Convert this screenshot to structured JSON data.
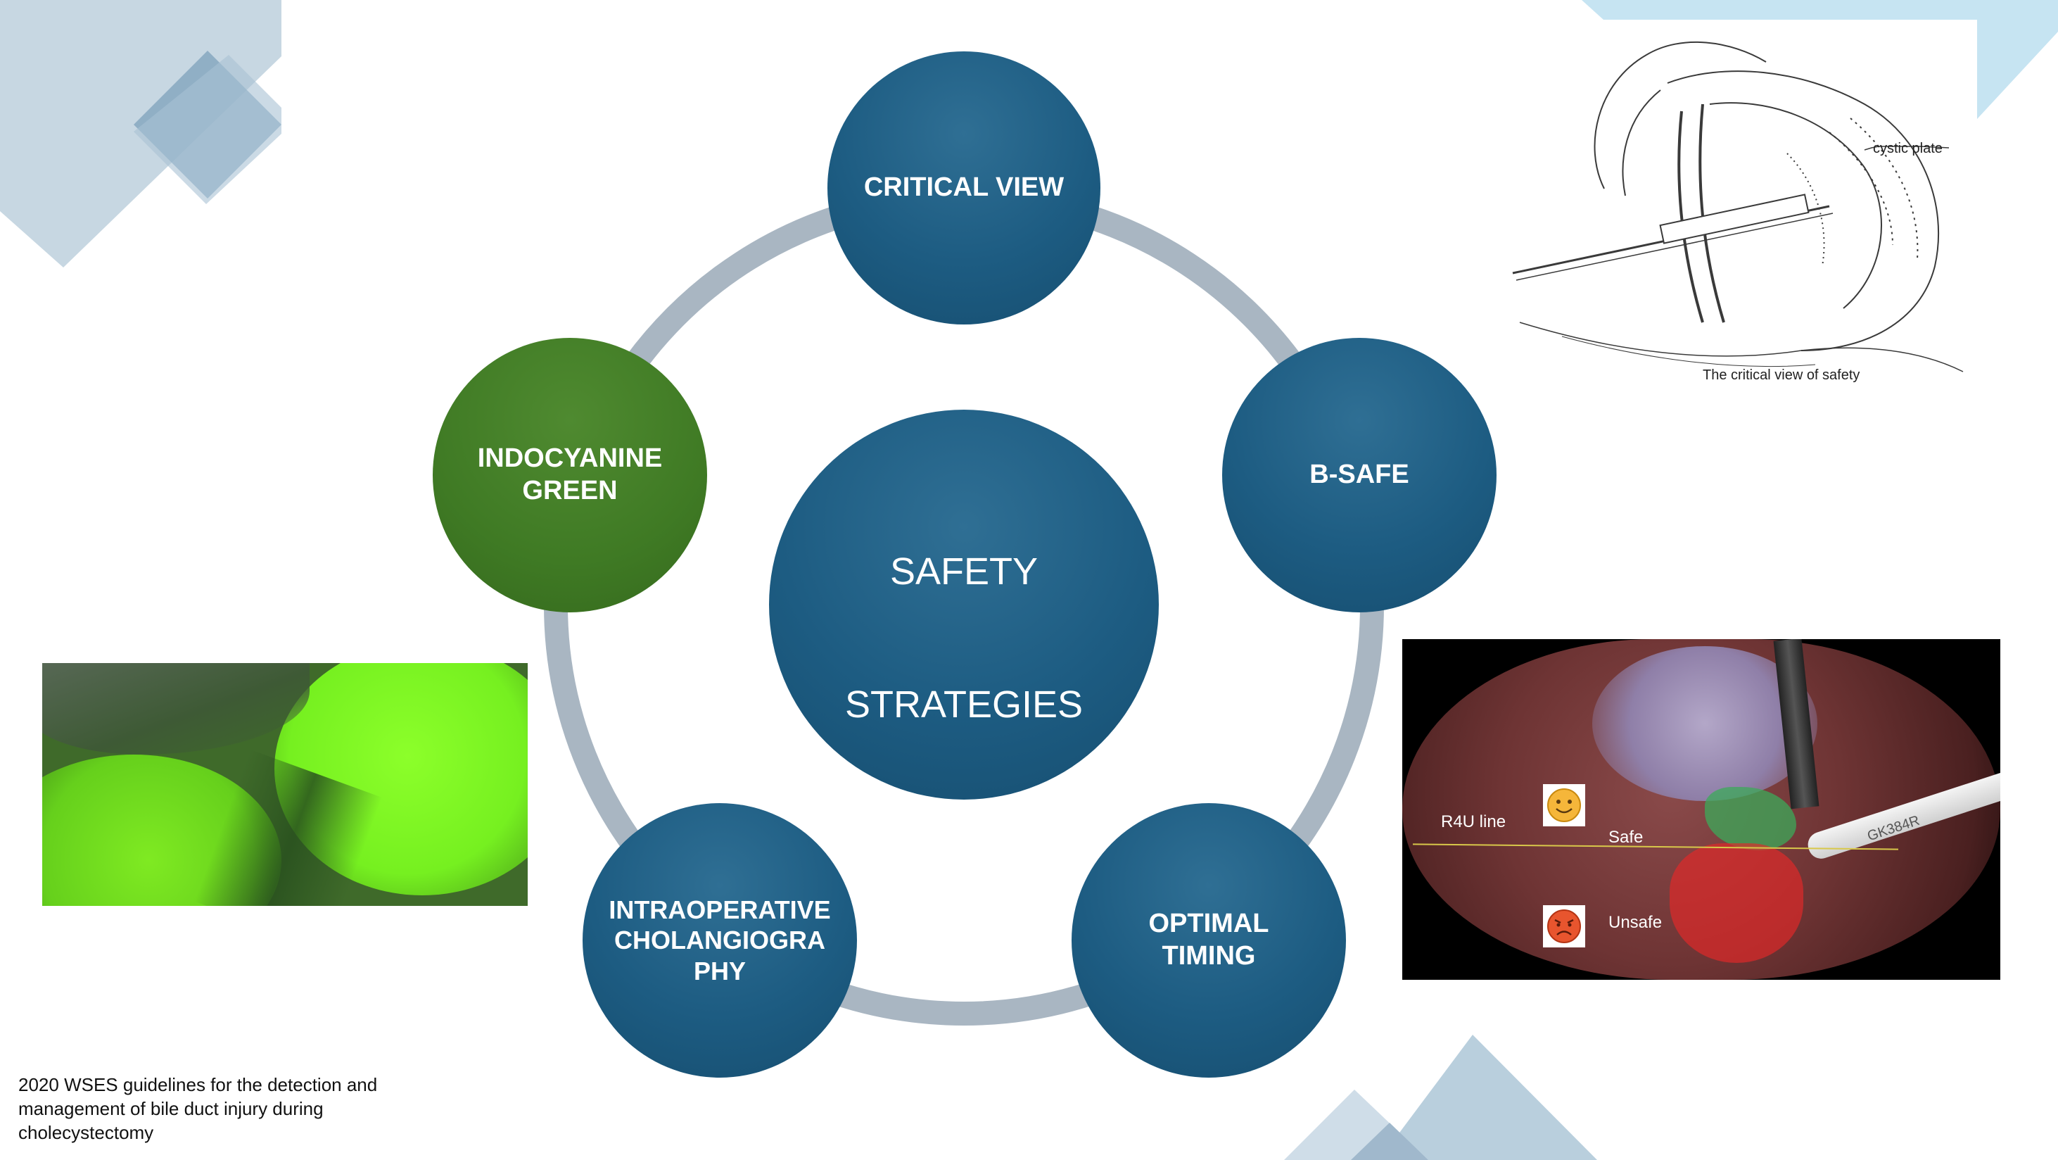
{
  "diagram": {
    "center": {
      "line1": "SAFETY",
      "line2": "STRATEGIES"
    },
    "nodes": [
      {
        "id": "critical-view",
        "label": "CRITICAL VIEW"
      },
      {
        "id": "b-safe",
        "label": "B-SAFE"
      },
      {
        "id": "optimal-timing",
        "label": "OPTIMAL\nTIMING"
      },
      {
        "id": "intraoperative-cholangiography",
        "label": "INTRAOPERATIVE\nCHOLANGIOGRA\nPHY"
      },
      {
        "id": "indocyanine-green",
        "label": "INDOCYANINE\nGREEN"
      }
    ]
  },
  "sketch": {
    "label": "cystic plate",
    "caption": "The critical view of safety"
  },
  "surgical_photo": {
    "line_label": "R4U line",
    "safe_label": "Safe",
    "unsafe_label": "Unsafe",
    "instrument_text": "GK384R"
  },
  "citation": "2020 WSES guidelines for the detection and management of bile duct injury during cholecystectomy",
  "colors": {
    "node_blue": "#1d5c82",
    "node_green": "#3f7a24",
    "ring": "#a9b6c2",
    "decor": "#a8c3d4",
    "decor_light": "#c4e3f1"
  }
}
